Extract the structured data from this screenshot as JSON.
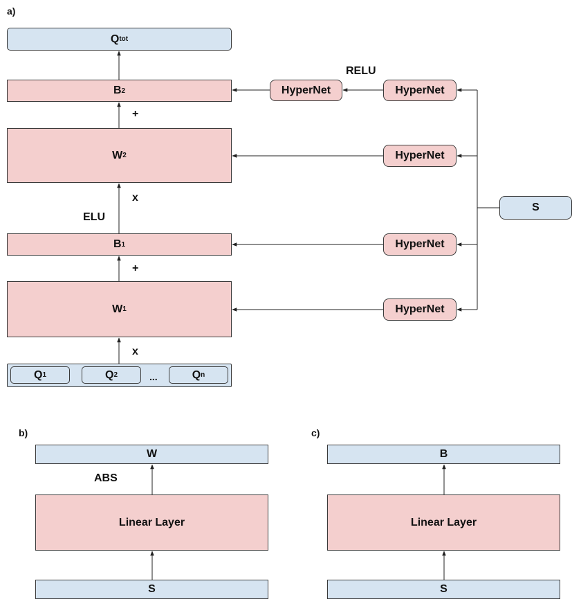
{
  "panel_a": {
    "label": "a)",
    "qtot": {
      "main": "Q",
      "sub": "tot"
    },
    "b2": {
      "main": "B",
      "sub": "2"
    },
    "w2": {
      "main": "W",
      "sub": "2"
    },
    "b1": {
      "main": "B",
      "sub": "1"
    },
    "w1": {
      "main": "W",
      "sub": "1"
    },
    "plus_top": "+",
    "times_top": "x",
    "plus_bottom": "+",
    "times_bottom": "x",
    "elu": "ELU",
    "relu": "RELU",
    "hypernet": "HyperNet",
    "state": "S",
    "inputs": [
      {
        "main": "Q",
        "sub": "1"
      },
      {
        "main": "Q",
        "sub": "2"
      },
      {
        "main": "Q",
        "sub": "n"
      }
    ],
    "ellipsis": "..."
  },
  "panel_b": {
    "label": "b)",
    "output": "W",
    "activation": "ABS",
    "layer": "Linear Layer",
    "input": "S"
  },
  "panel_c": {
    "label": "c)",
    "output": "B",
    "layer": "Linear Layer",
    "input": "S"
  },
  "colors": {
    "blue_fill": "#d6e4f1",
    "red_fill": "#f4cfce",
    "stroke": "#3a3a3a"
  }
}
